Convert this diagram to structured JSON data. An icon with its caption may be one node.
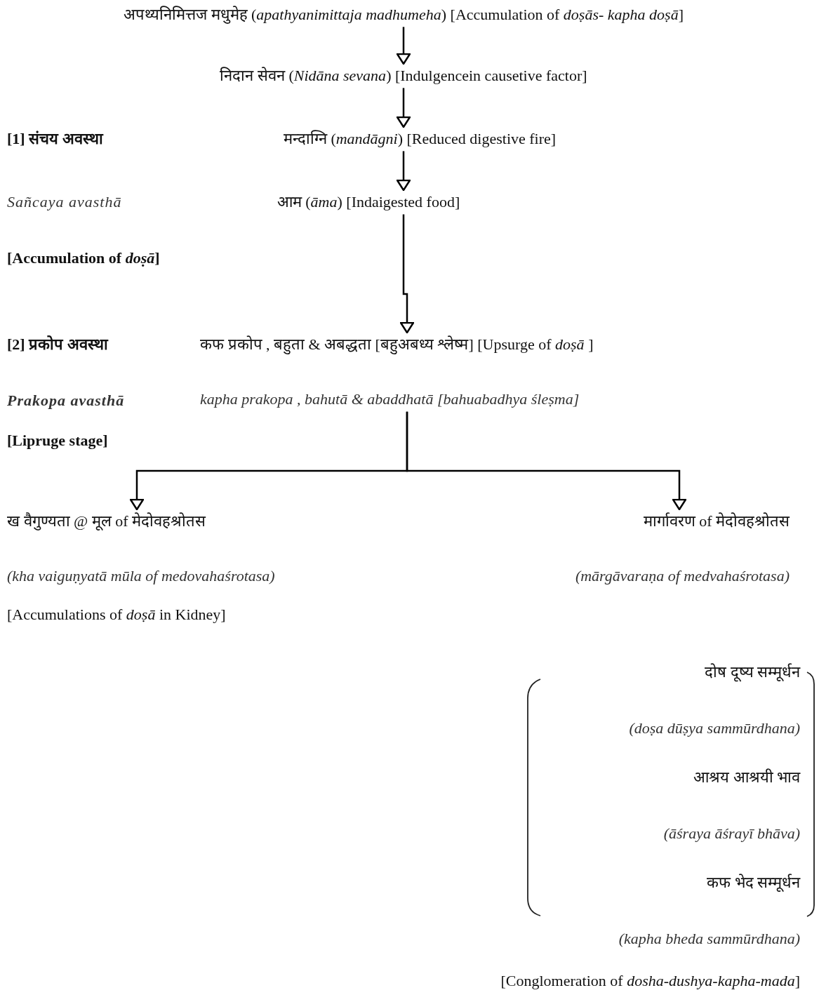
{
  "diagram": {
    "nodes": [
      {
        "text": [
          "अपथ्यनिमित्तज मधुमेह (*apathyanimittaja madhumeha*) [Accumulation of *doṣās- kapha doṣā*]"
        ]
      },
      {
        "text": [
          "निदान सेवन (*Nidāna sevana*) [Indulgencein causetive factor]"
        ]
      },
      {
        "text": [
          "मन्दाग्नि (*mandāgni*) [Reduced digestive fire]"
        ]
      },
      {
        "text": [
          "आम (*āma*) [Indaigested food]"
        ]
      },
      {
        "text": [
          "कफ प्रकोप , बहुता & अबद्धता [बहुअबध्य श्लेष्म] [Upsurge of *doṣā* ]",
          "kapha prakopa , bahutā & abaddhatā [bahuabadhya śleṣma]"
        ]
      },
      {
        "text": [
          "ख वैगुण्यता @ मूल of मेदोवहश्रोतस",
          "(kha vaiguṇyatā mūla of medovahaśrotasa)",
          "[Accumulations of *doṣā* in Kidney]"
        ]
      },
      {
        "text": [
          "मार्गावरण of मेदोवहश्रोतस",
          "(mārgāvaraṇa of medvahaśrotasa)"
        ]
      }
    ],
    "edges": [
      {
        "from": 0,
        "to": 1,
        "arrow": "to"
      },
      {
        "from": 1,
        "to": 2,
        "arrow": "to"
      },
      {
        "from": 2,
        "to": 3,
        "arrow": "to"
      },
      {
        "from": 3,
        "to": 4,
        "arrow": "to"
      },
      {
        "from": 4,
        "to": 5,
        "arrow": "to"
      },
      {
        "from": 4,
        "to": 6,
        "arrow": "to"
      }
    ],
    "labels": [
      "[1] संचय अवस्था",
      "Sañcaya avasthā",
      "[Accumulation of *doṣā*]",
      "[2] प्रकोप अवस्था",
      "Prakopa avasthā",
      "[Lipruge stage]",
      "दोष दूष्य सम्मूर्धन",
      "(doṣa dūṣya sammūrdhana)",
      "आश्रय आश्रयी भाव",
      "(āśraya āśrayī bhāva)",
      "कफ भेद सम्मूर्धन",
      "(kapha bheda sammūrdhana)",
      "[Conglomeration of *dosha-dushya-kapha-mada*]"
    ]
  }
}
